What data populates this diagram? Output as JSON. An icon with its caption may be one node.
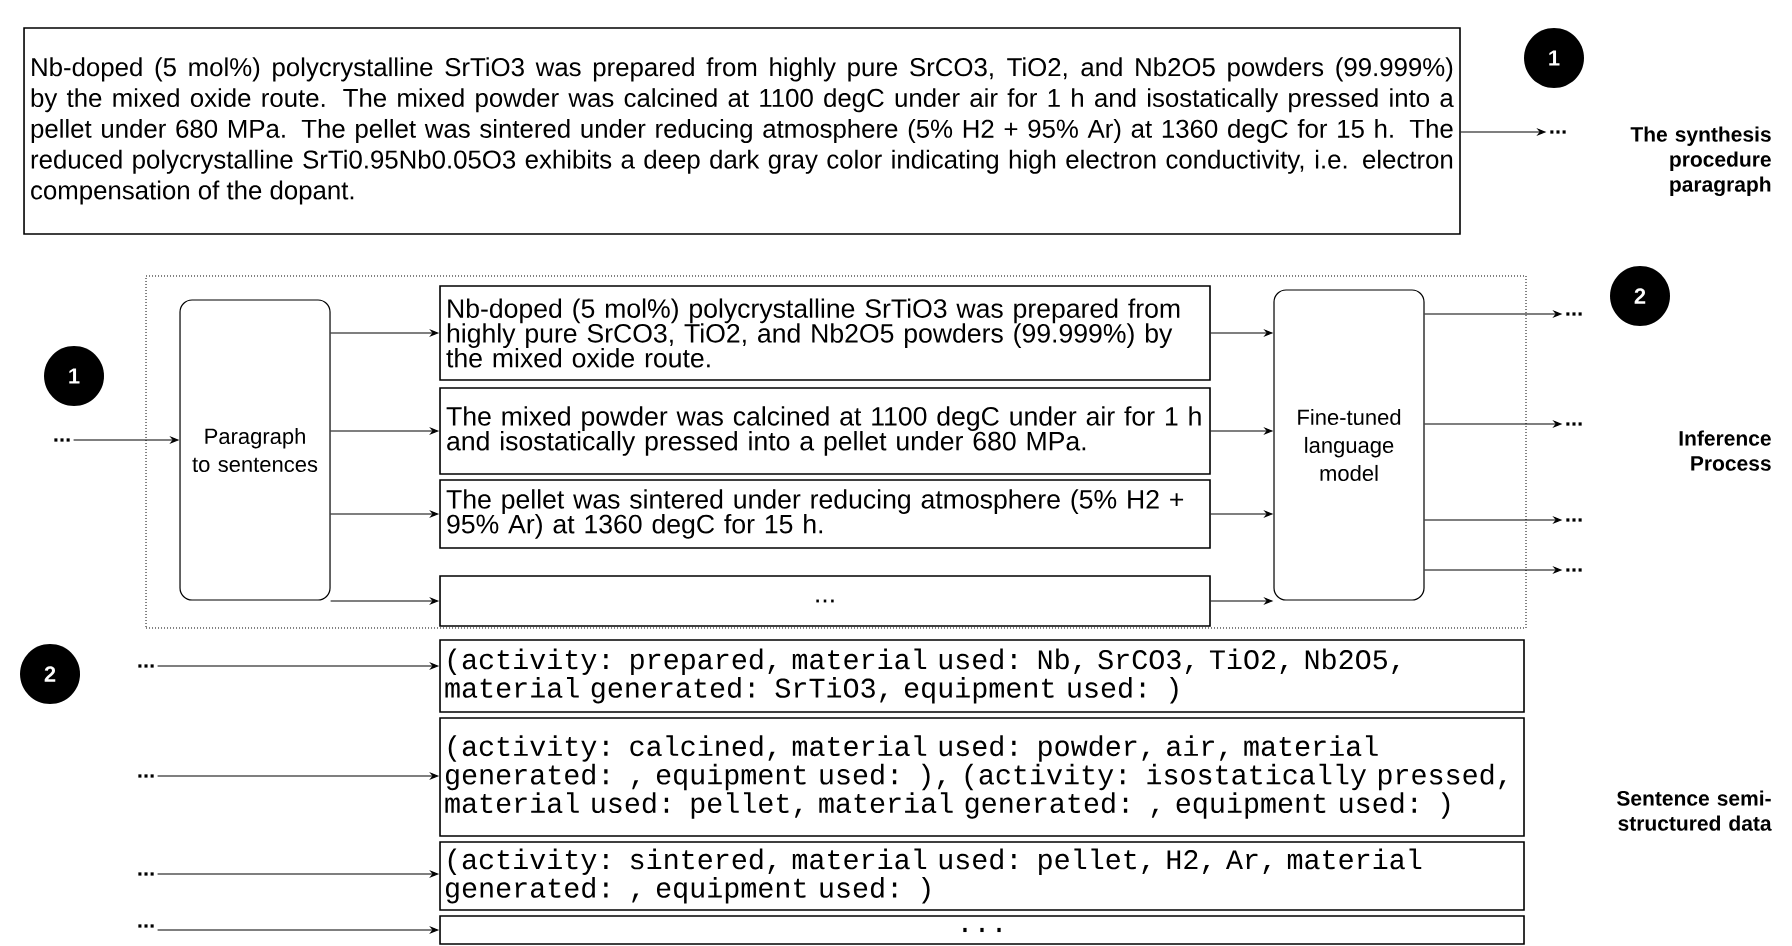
{
  "diagram": {
    "nodes": [
      {
        "text": [
          "Nb-doped (5 mol%) polycrystalline SrTiO3 was prepared from highly pure SrCO3, TiO2, and Nb2O5 powders (99.999%) by the mixed oxide route. The mixed powder was calcined at 1100 degC under air for 1 h and isostatically pressed into a pellet under 680 MPa. The pellet was sintered under reducing atmosphere (5% H2 + 95% Ar) at 1360 degC for 15 h. The reduced polycrystalline SrTi0.95Nb0.05O3 exhibits a deep dark gray color indicating high electron conductivity, i.e. electron compensation of the dopant."
        ]
      },
      {
        "text": [
          "..."
        ]
      },
      {
        "text": [
          "1"
        ]
      },
      {
        "text": [],
        "shape": "box"
      },
      {
        "text": [
          "1"
        ]
      },
      {
        "text": [
          "..."
        ]
      },
      {
        "text": [
          "Paragraph to sentences"
        ],
        "in": 3
      },
      {
        "text": [
          "Nb-doped (5 mol%) polycrystalline SrTiO3 was prepared from highly pure SrCO3, TiO2, and Nb2O5 powders (99.999%) by the mixed oxide route."
        ],
        "in": 3
      },
      {
        "text": [
          "The mixed powder was calcined at 1100 degC under air for 1 h and isostatically pressed into a pellet under 680 MPa."
        ],
        "in": 3
      },
      {
        "text": [
          "The pellet was sintered under reducing atmosphere (5% H2 + 95% Ar) at 1360 degC for 15 h."
        ],
        "in": 3
      },
      {
        "text": [
          "..."
        ],
        "in": 3
      },
      {
        "text": [
          "Fine-tuned language model"
        ],
        "in": 3
      },
      {
        "text": [
          "..."
        ]
      },
      {
        "text": [
          "..."
        ]
      },
      {
        "text": [
          "..."
        ]
      },
      {
        "text": [
          "..."
        ]
      },
      {
        "text": [
          "2"
        ]
      },
      {
        "text": [
          "2"
        ]
      },
      {
        "text": [
          "..."
        ]
      },
      {
        "text": [
          "..."
        ]
      },
      {
        "text": [
          "..."
        ]
      },
      {
        "text": [
          "..."
        ]
      },
      {
        "text": [
          "(activity: prepared, material used: Nb, SrCO3, TiO2, Nb2O5, material generated: SrTiO3, equipment used: )"
        ]
      },
      {
        "text": [
          "(activity: calcined, material used: powder, air, material generated: , equipment used: ), (activity: isostatically pressed, material used: pellet, material generated: , equipment used: )"
        ]
      },
      {
        "text": [
          "(activity: sintered, material used: pellet, H2, Ar, material generated: , equipment used: )"
        ]
      },
      {
        "text": [
          "..."
        ]
      }
    ],
    "edges": [
      {
        "from": 0,
        "to": 1,
        "arrow": "to"
      },
      {
        "from": 5,
        "to": 6,
        "arrow": "to"
      },
      {
        "from": 6,
        "to": 7,
        "arrow": "to"
      },
      {
        "from": 6,
        "to": 8,
        "arrow": "to"
      },
      {
        "from": 6,
        "to": 9,
        "arrow": "to"
      },
      {
        "from": 6,
        "to": 10,
        "arrow": "to"
      },
      {
        "from": 7,
        "to": 11,
        "arrow": "to"
      },
      {
        "from": 8,
        "to": 11,
        "arrow": "to"
      },
      {
        "from": 9,
        "to": 11,
        "arrow": "to"
      },
      {
        "from": 10,
        "to": 11,
        "arrow": "to"
      },
      {
        "from": 11,
        "to": 12,
        "arrow": "to"
      },
      {
        "from": 11,
        "to": 13,
        "arrow": "to"
      },
      {
        "from": 11,
        "to": 14,
        "arrow": "to"
      },
      {
        "from": 11,
        "to": 15,
        "arrow": "to"
      },
      {
        "from": 18,
        "to": 22,
        "arrow": "to"
      },
      {
        "from": 19,
        "to": 23,
        "arrow": "to"
      },
      {
        "from": 20,
        "to": 24,
        "arrow": "to"
      },
      {
        "from": 21,
        "to": 25,
        "arrow": "to"
      }
    ],
    "labels": [
      "The synthesis procedure paragraph",
      "Inference Process",
      "Sentence semi-structured data"
    ]
  }
}
